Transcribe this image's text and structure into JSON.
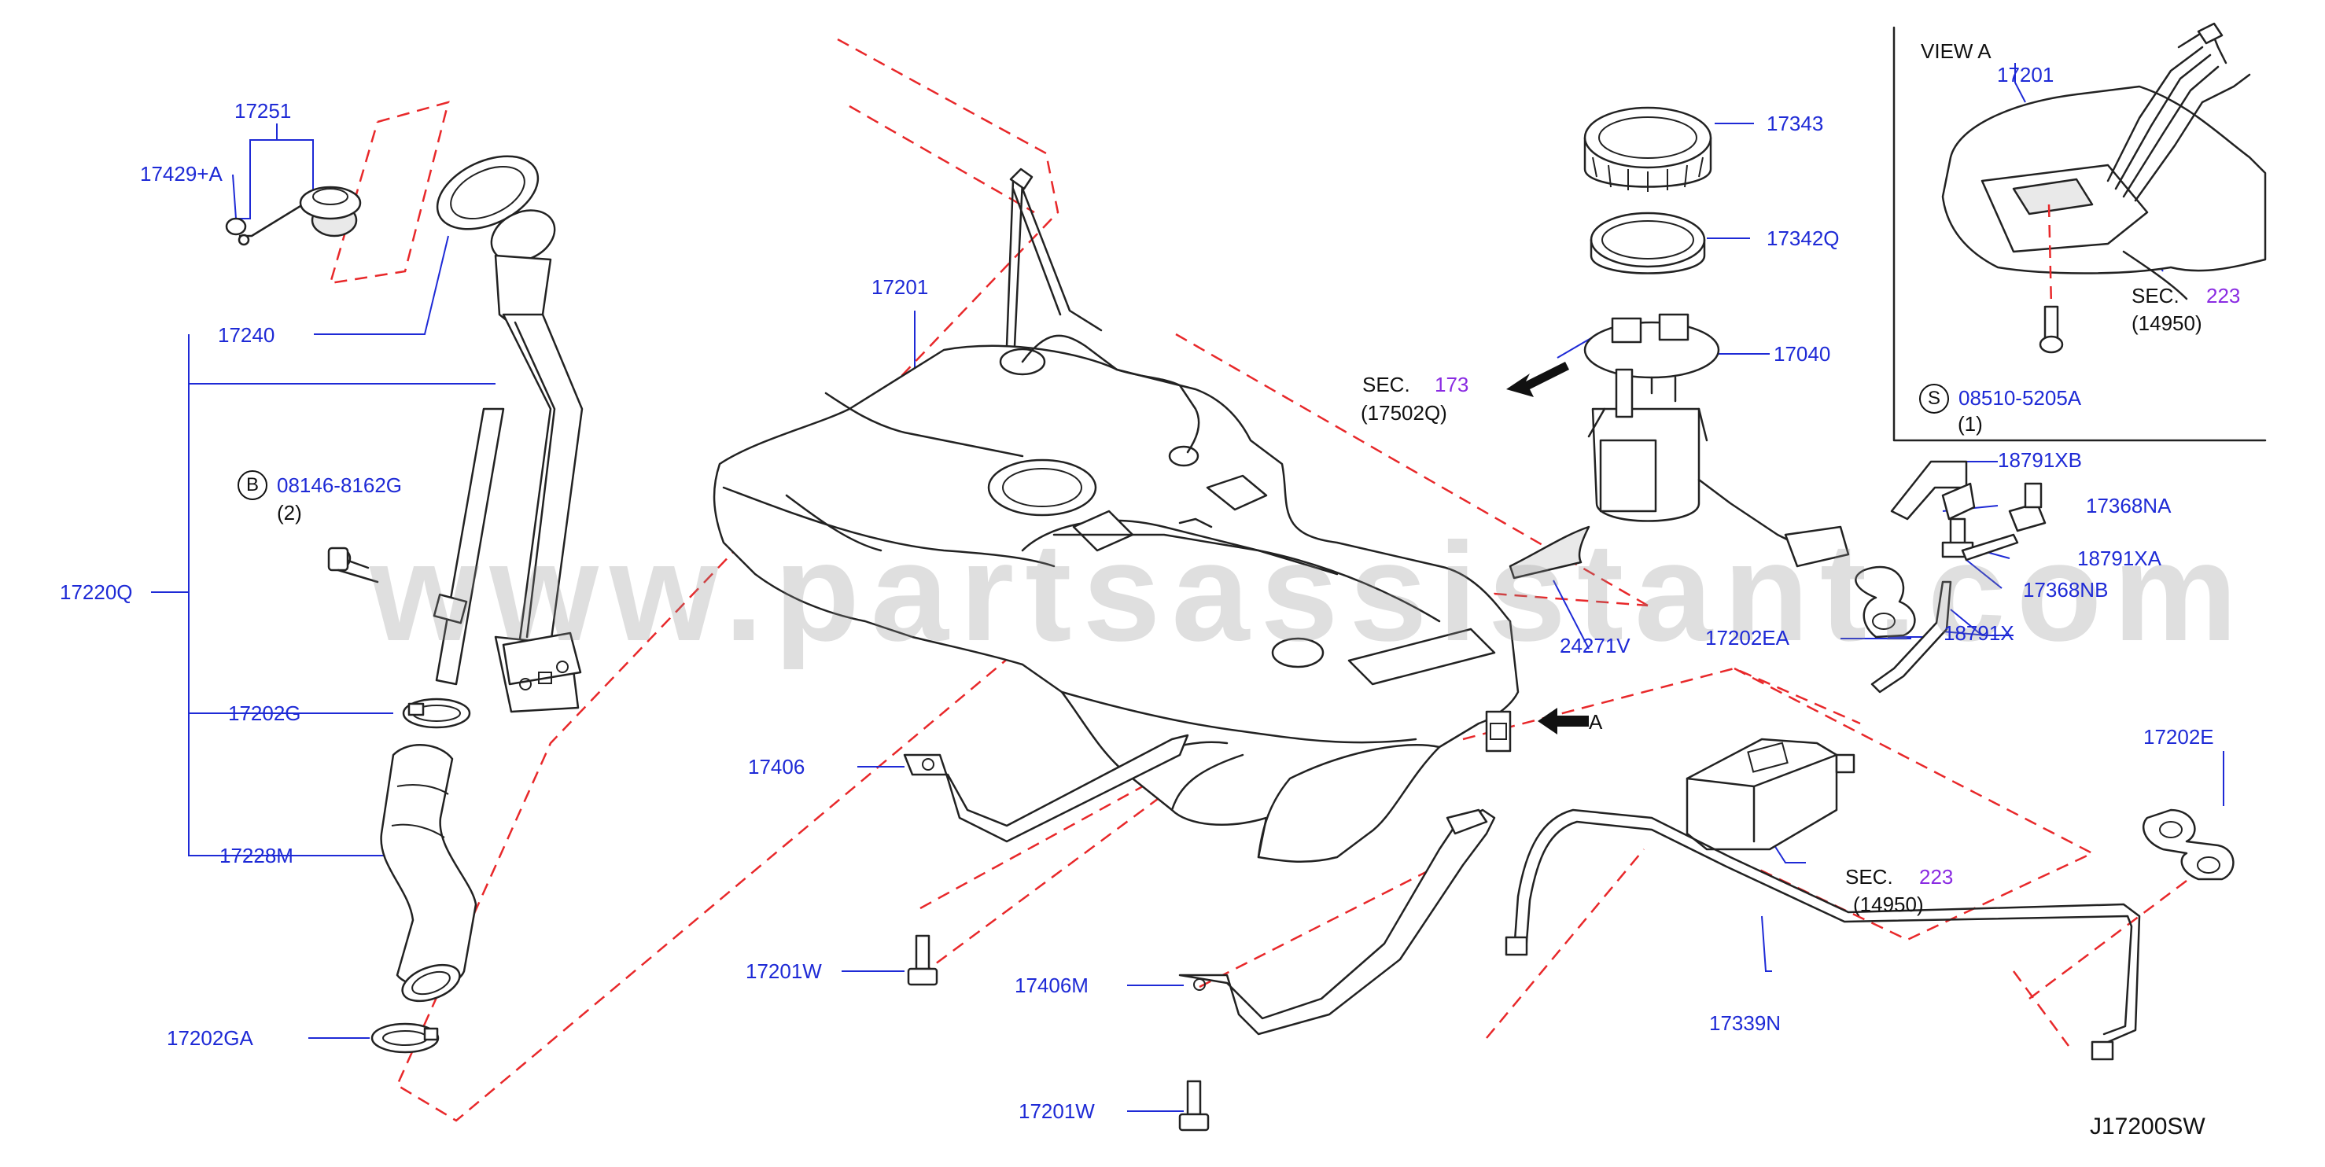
{
  "watermark": "www.partsassistant.com",
  "diagram_code": "J17200SW",
  "colors": {
    "label": "#1e2ad6",
    "section_ref": "#8a2be2",
    "dash": "#e8282a",
    "line": "#111111"
  },
  "labels": {
    "p17251": "17251",
    "p17429A": "17429+A",
    "p17240": "17240",
    "bolt_ref": "08146-8162G",
    "bolt_circle": "B",
    "bolt_qty": "(2)",
    "p17220Q": "17220Q",
    "p17202G": "17202G",
    "p17228M": "17228M",
    "p17202GA": "17202GA",
    "p17201_main": "17201",
    "p17406": "17406",
    "p17201W_a": "17201W",
    "p17406M": "17406M",
    "p17201W_b": "17201W",
    "p17343": "17343",
    "p17342Q": "17342Q",
    "p17040": "17040",
    "sec173_prefix": "SEC.",
    "sec173_num": "173",
    "sec173_sub": "(17502Q)",
    "p24271V": "24271V",
    "arrow_a": "A",
    "p17339N": "17339N",
    "sec223b_prefix": "SEC.",
    "sec223b_num": "223",
    "sec223b_sub": "(14950)",
    "p18791XB": "18791XB",
    "p17368NA": "17368NA",
    "p18791XA": "18791XA",
    "p17368NB": "17368NB",
    "p17202EA": "17202EA",
    "p18791X": "18791X",
    "p17202E": "17202E",
    "view_title": "VIEW   A",
    "view_17201": "17201",
    "view_sec_prefix": "SEC.",
    "view_sec_num": "223",
    "view_sec_sub": "(14950)",
    "screw_circle": "S",
    "screw_ref": "08510-5205A",
    "screw_qty": "(1)"
  }
}
